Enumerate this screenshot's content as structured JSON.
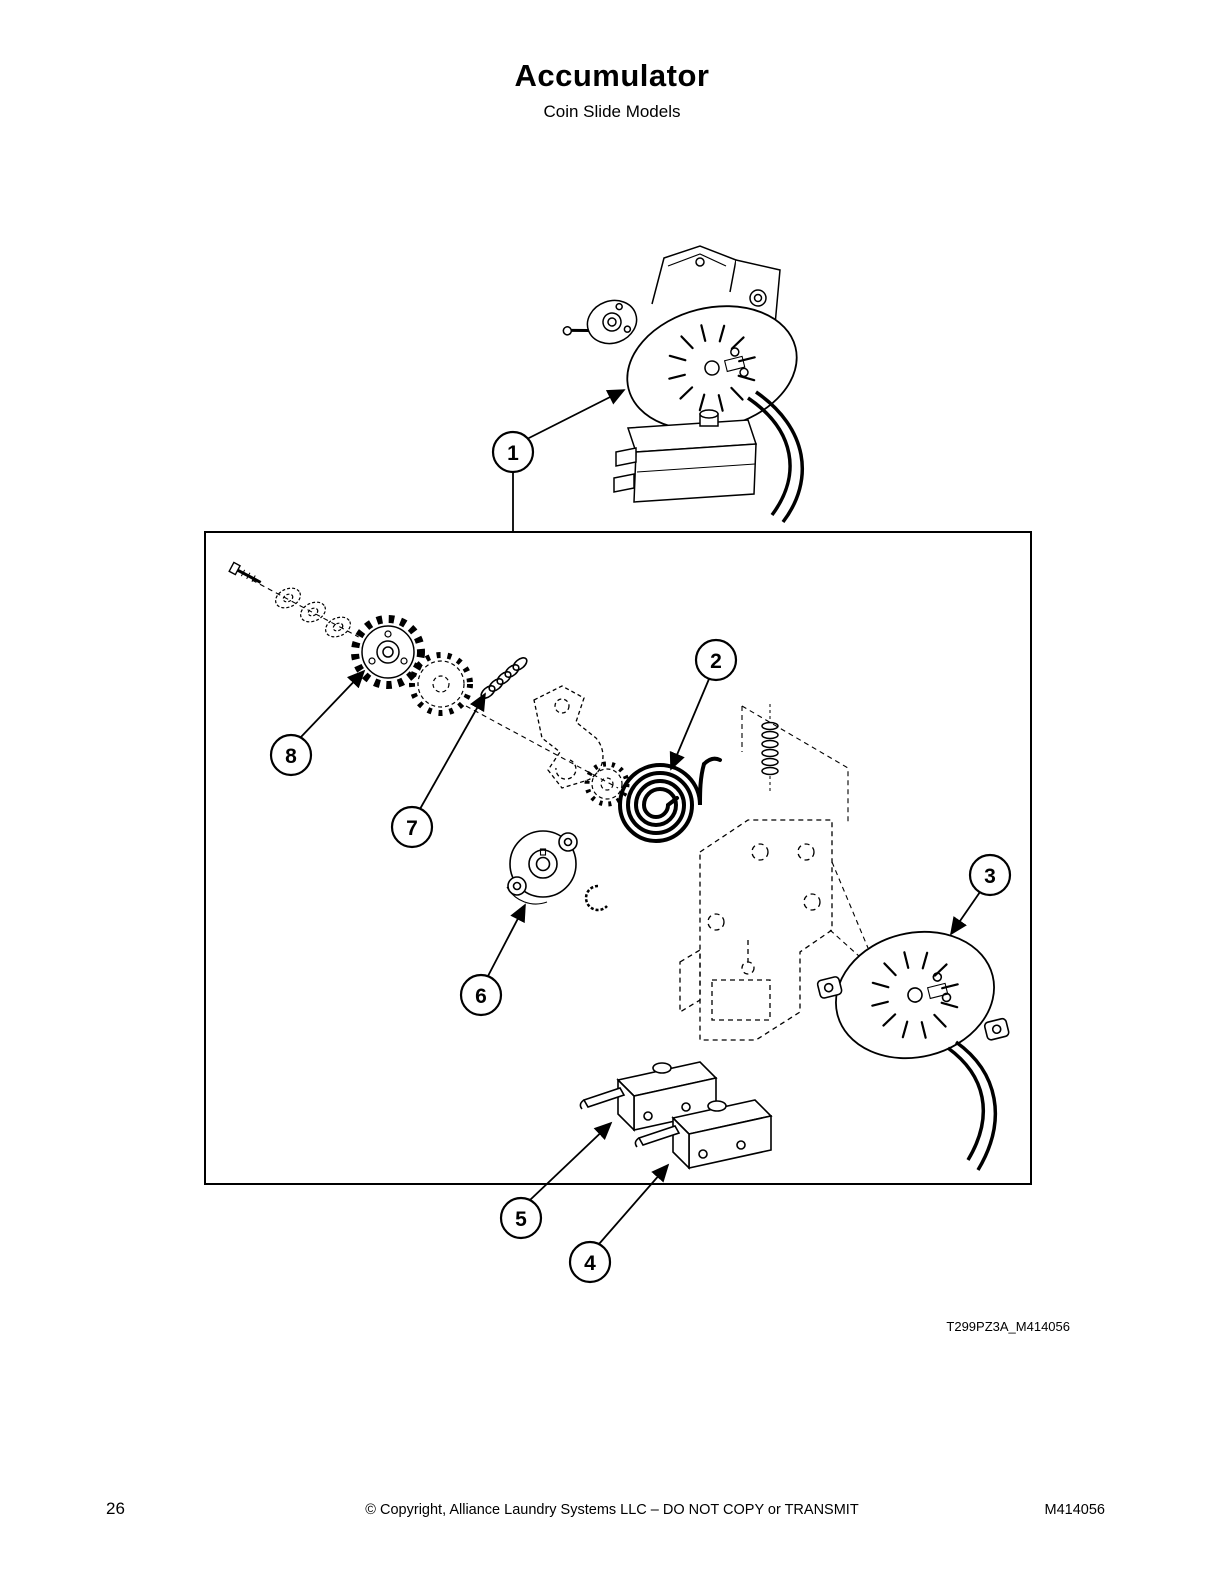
{
  "page": {
    "title": "Accumulator",
    "subtitle": "Coin Slide Models",
    "figure_code": "T299PZ3A_M414056",
    "footer": {
      "page_number": "26",
      "copyright": "© Copyright, Alliance Laundry Systems LLC – DO NOT COPY or TRANSMIT",
      "doc_number": "M414056"
    }
  },
  "diagram": {
    "description": "Exploded parts view of accumulator assembly, coin slide models",
    "callouts": [
      {
        "number": "1"
      },
      {
        "number": "2"
      },
      {
        "number": "3"
      },
      {
        "number": "4"
      },
      {
        "number": "5"
      },
      {
        "number": "6"
      },
      {
        "number": "7"
      },
      {
        "number": "8"
      }
    ]
  }
}
